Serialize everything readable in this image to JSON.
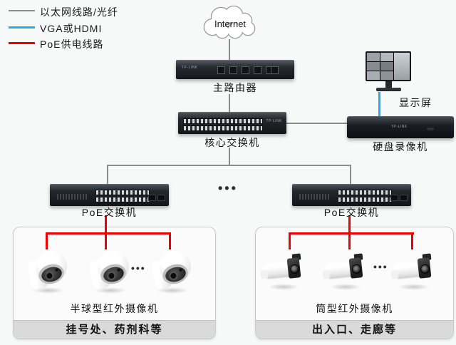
{
  "legend": {
    "items": [
      {
        "id": "ethernet",
        "label": "以太网线路/光纤",
        "color": "#8c8c8c"
      },
      {
        "id": "vga-hdmi",
        "label": "VGA或HDMI",
        "color": "#29a9e1"
      },
      {
        "id": "poe",
        "label": "PoE供电线路",
        "color": "#ee0000"
      }
    ]
  },
  "brand": "TP-LINK",
  "diagram": {
    "ellipsis": "•••"
  },
  "nodes": {
    "internet": {
      "label": "Internet"
    },
    "router": {
      "label": "主路由器"
    },
    "core_switch": {
      "label": "核心交换机"
    },
    "nvr": {
      "label": "硬盘录像机"
    },
    "display": {
      "label": "显示屏"
    },
    "poe_switch_left": {
      "label": "PoE交换机"
    },
    "poe_switch_right": {
      "label": "PoE交换机"
    },
    "dome_camera_group": {
      "label": "半球型红外摄像机"
    },
    "bullet_camera_group": {
      "label": "筒型红外摄像机"
    }
  },
  "zones": {
    "left": {
      "caption": "挂号处、药剂科等"
    },
    "right": {
      "caption": "出入口、走廊等"
    }
  }
}
